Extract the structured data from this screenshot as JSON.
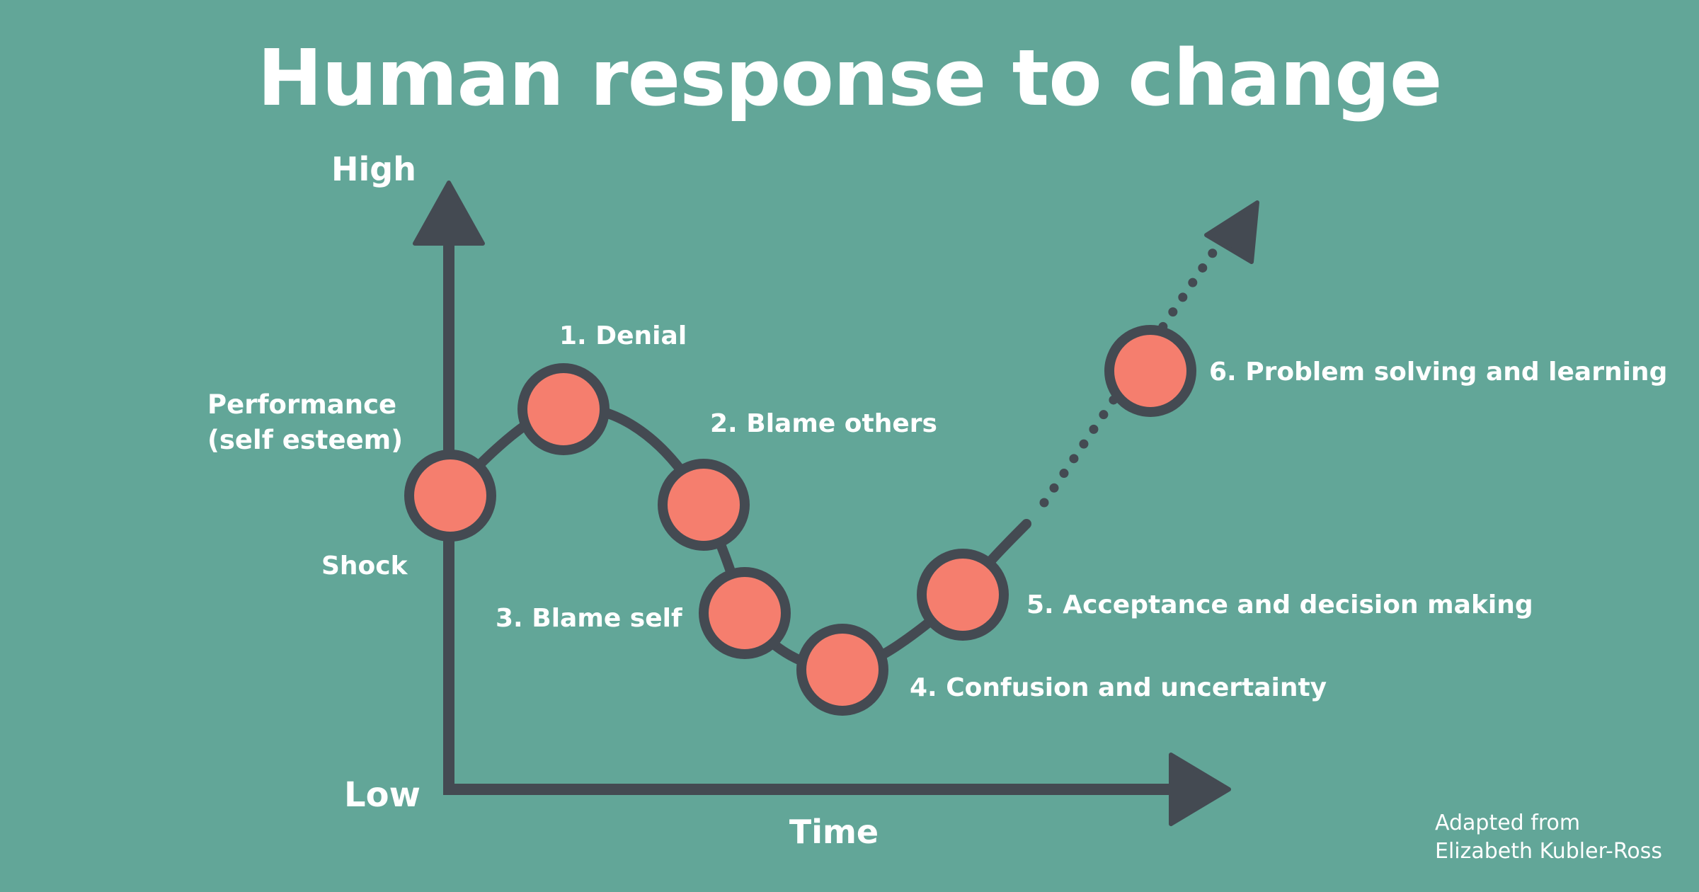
{
  "title": "Human response to change",
  "y_axis": {
    "high_label": "High",
    "low_label": "Low",
    "name_line1": "Performance",
    "name_line2": "(self esteem)"
  },
  "x_axis": {
    "label": "Time"
  },
  "stages": [
    {
      "id": "shock",
      "label": "Shock"
    },
    {
      "id": "denial",
      "label": "1. Denial"
    },
    {
      "id": "blame-others",
      "label": "2. Blame others"
    },
    {
      "id": "blame-self",
      "label": "3. Blame self"
    },
    {
      "id": "confusion",
      "label": "4. Confusion and uncertainty"
    },
    {
      "id": "acceptance",
      "label": "5. Acceptance and decision making"
    },
    {
      "id": "problem-solving",
      "label": "6. Problem solving and learning"
    }
  ],
  "credit": {
    "line1": "Adapted from",
    "line2": "Elizabeth Kubler-Ross"
  },
  "colors": {
    "background": "#62a698",
    "stroke": "#444a52",
    "node_fill": "#f57e6e",
    "text": "#ffffff"
  }
}
